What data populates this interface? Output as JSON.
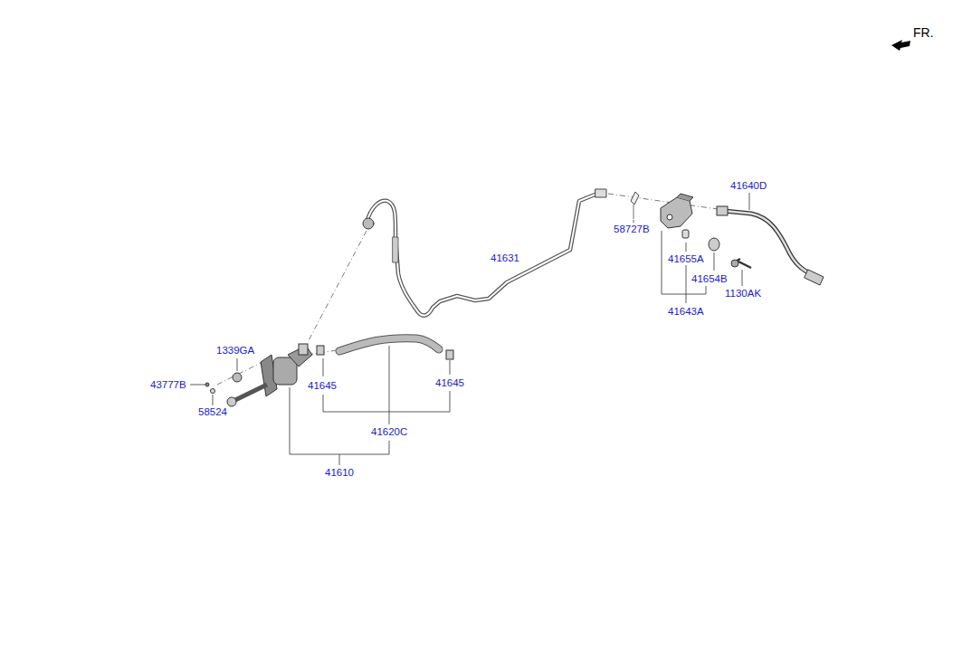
{
  "diagram": {
    "labels": [
      "FR.",
      "41640D",
      "58727B",
      "41631",
      "41655A",
      "41654B",
      "1130AK",
      "41643A",
      "1339GA",
      "43777B",
      "41645",
      "41645",
      "58524",
      "41620C",
      "41610"
    ]
  }
}
